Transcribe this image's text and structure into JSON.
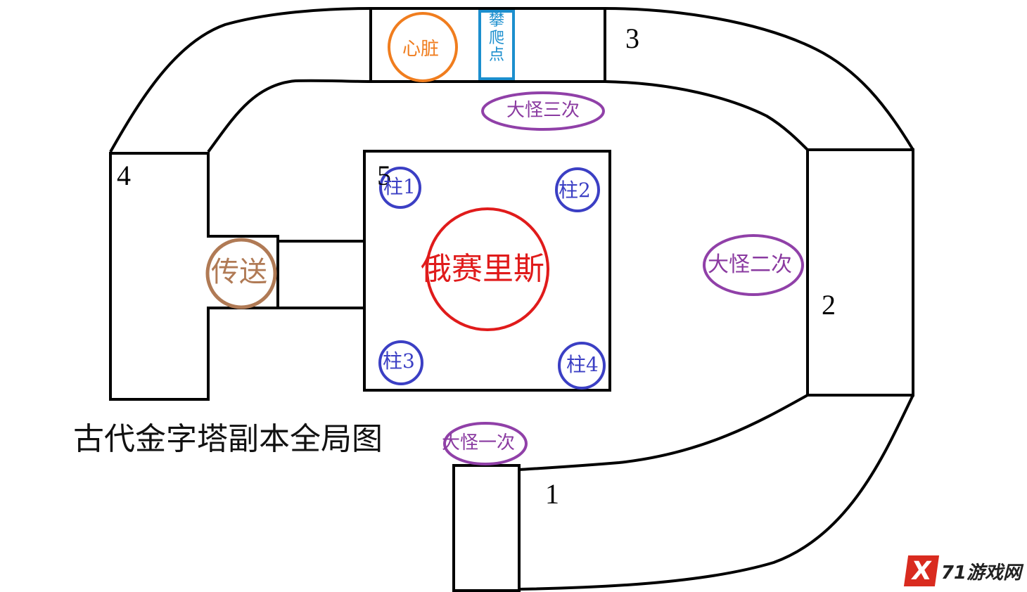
{
  "title": "古代金字塔副本全局图",
  "zones": {
    "z1": "1",
    "z2": "2",
    "z3": "3",
    "z4": "4",
    "z5": "5"
  },
  "boss": "俄赛里斯",
  "teleport": "传送",
  "heart": "心脏",
  "climb_point": "攀爬点",
  "pillars": [
    "柱1",
    "柱2",
    "柱3",
    "柱4"
  ],
  "mobs": {
    "first": "大怪一次",
    "second": "大怪二次",
    "third": "大怪三次"
  },
  "watermark": {
    "logo": "X",
    "text": "71游戏网"
  },
  "colors": {
    "boss": "#e01b1b",
    "teleport": "#b07a55",
    "heart": "#f07d1e",
    "climb": "#1c8fce",
    "pillar": "#3b3fc4",
    "mob": "#8a3aa0",
    "outline": "#000000"
  }
}
